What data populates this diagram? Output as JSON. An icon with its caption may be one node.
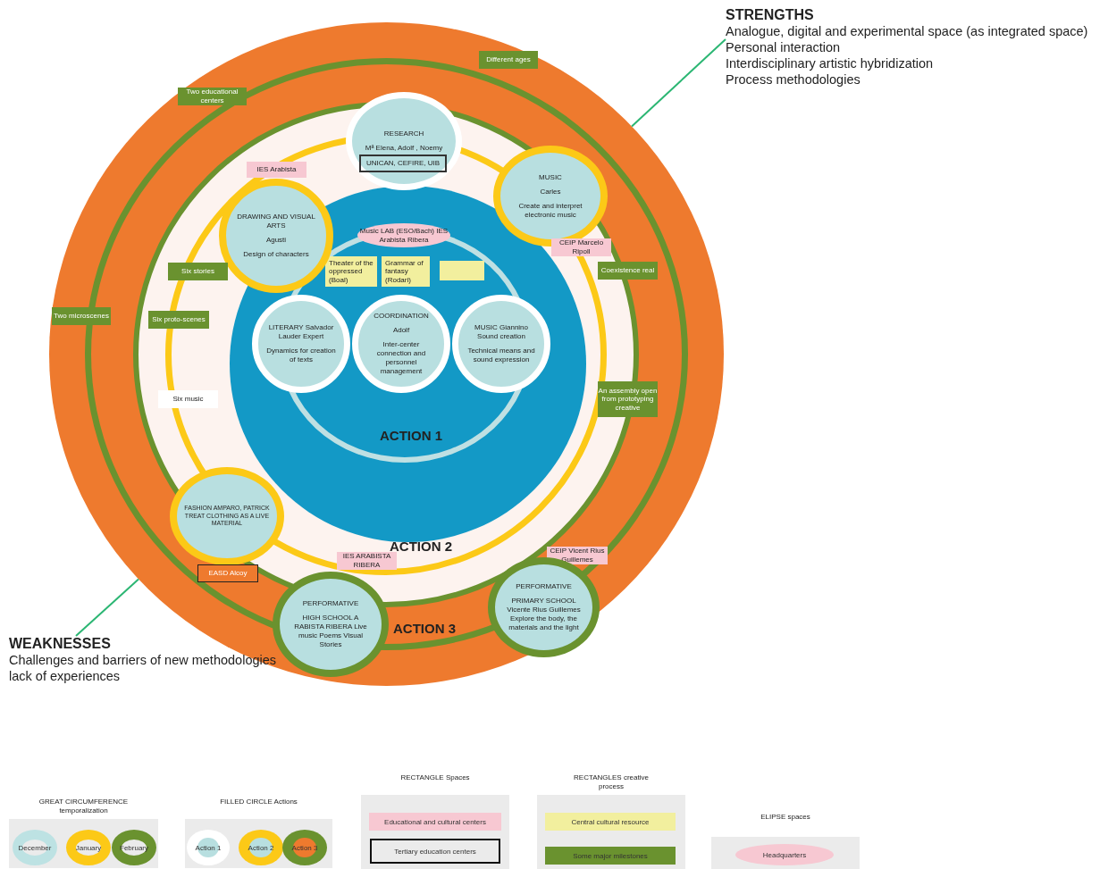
{
  "diagram": {
    "nodes": [
      {
        "text": [
          "STRENGTHS",
          "Analogue, digital and experimental space (as integrated space)",
          "Personal interaction",
          "Interdisciplinary artistic hybridization",
          "Process methodologies"
        ]
      },
      {
        "text": [
          "ACTION 3"
        ]
      },
      {
        "text": [
          "Different ages"
        ],
        "in": 1
      },
      {
        "text": [
          "Two educational centers"
        ],
        "in": 1
      },
      {
        "text": [
          "Two microscenes"
        ],
        "in": 1
      },
      {
        "text": [
          "ACTION 2"
        ],
        "in": 1
      },
      {
        "text": [
          "RESEARCH",
          "Mª Elena, Adolf , Noemy"
        ],
        "in": 5
      },
      {
        "text": [
          "UNICAN, CEFIRE, UIB"
        ],
        "in": 6
      },
      {
        "text": [
          "IES Arabista"
        ],
        "in": 5
      },
      {
        "text": [
          "DRAWING AND VISUAL ARTS",
          "Agusti",
          "Design of characters"
        ],
        "in": 5
      },
      {
        "text": [
          "MUSIC",
          "Carles",
          "Create and interpret electronic music"
        ],
        "in": 5
      },
      {
        "text": [
          "CEIP Marcelo Ripoll"
        ],
        "in": 5
      },
      {
        "text": [
          "Six stories"
        ],
        "in": 5
      },
      {
        "text": [
          "Coexistence real"
        ],
        "in": 5
      },
      {
        "text": [
          "Six proto-scenes"
        ],
        "in": 5
      },
      {
        "text": [
          "Six music"
        ],
        "in": 5
      },
      {
        "text": [
          "An assembly open from prototyping creative"
        ],
        "in": 5
      },
      {
        "text": [
          "ACTION 1"
        ],
        "in": 5
      },
      {
        "text": [
          "Music LAB (ESO/Bach) IES Arabista Ribera"
        ],
        "in": 17
      },
      {
        "text": [
          "Theater of the oppressed (Boal)"
        ],
        "in": 17
      },
      {
        "text": [
          "Grammar of fantasy (Rodari)"
        ],
        "in": 17
      },
      {
        "text": [],
        "shape": "box",
        "in": 17
      },
      {
        "text": [
          "LITERARY Salvador Lauder Expert",
          "Dynamics for creation of texts"
        ],
        "in": 17
      },
      {
        "text": [
          "COORDINATION",
          "Adolf",
          "Inter-center connection and personnel management"
        ],
        "in": 17
      },
      {
        "text": [
          "MUSIC Giannino Sound creation",
          "Technical means and sound expression"
        ],
        "in": 17
      },
      {
        "text": [
          "FASHION AMPARO, PATRICK TREAT CLOTHING AS A LIVE MATERIAL"
        ],
        "in": 5
      },
      {
        "text": [
          "EASD Alcoy"
        ],
        "in": 5
      },
      {
        "text": [
          "PERFORMATIVE",
          "HIGH SCHOOL A RABISTA RIBERA Live music Poems Visual Stories"
        ],
        "in": 1
      },
      {
        "text": [
          "IES ARABISTA RIBERA"
        ],
        "in": 5
      },
      {
        "text": [
          "CEIP Vicent Rius Guillemes"
        ],
        "in": 5
      },
      {
        "text": [
          "PERFORMATIVE",
          "PRIMARY SCHOOL Vicente Rius Guillemes Explore the body, the materials and the light"
        ],
        "in": 1
      },
      {
        "text": [
          "WEAKNESSES",
          "Challenges and barriers of new methodologies",
          "lack of experiences"
        ]
      }
    ],
    "edges": [
      {
        "from": 0,
        "to": 1,
        "arrow": "none",
        "color": "#2bb673"
      },
      {
        "from": 31,
        "to": 1,
        "arrow": "none",
        "color": "#2bb673"
      }
    ],
    "labels": [
      "GREAT CIRCUMFERENCE temporalization",
      "FILLED CIRCLE Actions",
      "RECTANGLE Spaces",
      "RECTANGLES creative process",
      "ELIPSE spaces"
    ],
    "legend": [
      {
        "text": "December",
        "color": "#bde2e3"
      },
      {
        "text": "January",
        "color": "#fcc917"
      },
      {
        "text": "February",
        "color": "#6a922f"
      },
      {
        "text": "Action 1"
      },
      {
        "text": "Action 2"
      },
      {
        "text": "Action 3"
      },
      {
        "text": "Educational and cultural centers",
        "color": "#f7c8d2"
      },
      {
        "text": "Tertiary education centers"
      },
      {
        "text": "Central cultural resource",
        "color": "#f2ef9e"
      },
      {
        "text": "Some major milestones",
        "color": "#6a922f"
      },
      {
        "text": "Headquarters",
        "color": "#f7c8d2"
      }
    ]
  }
}
